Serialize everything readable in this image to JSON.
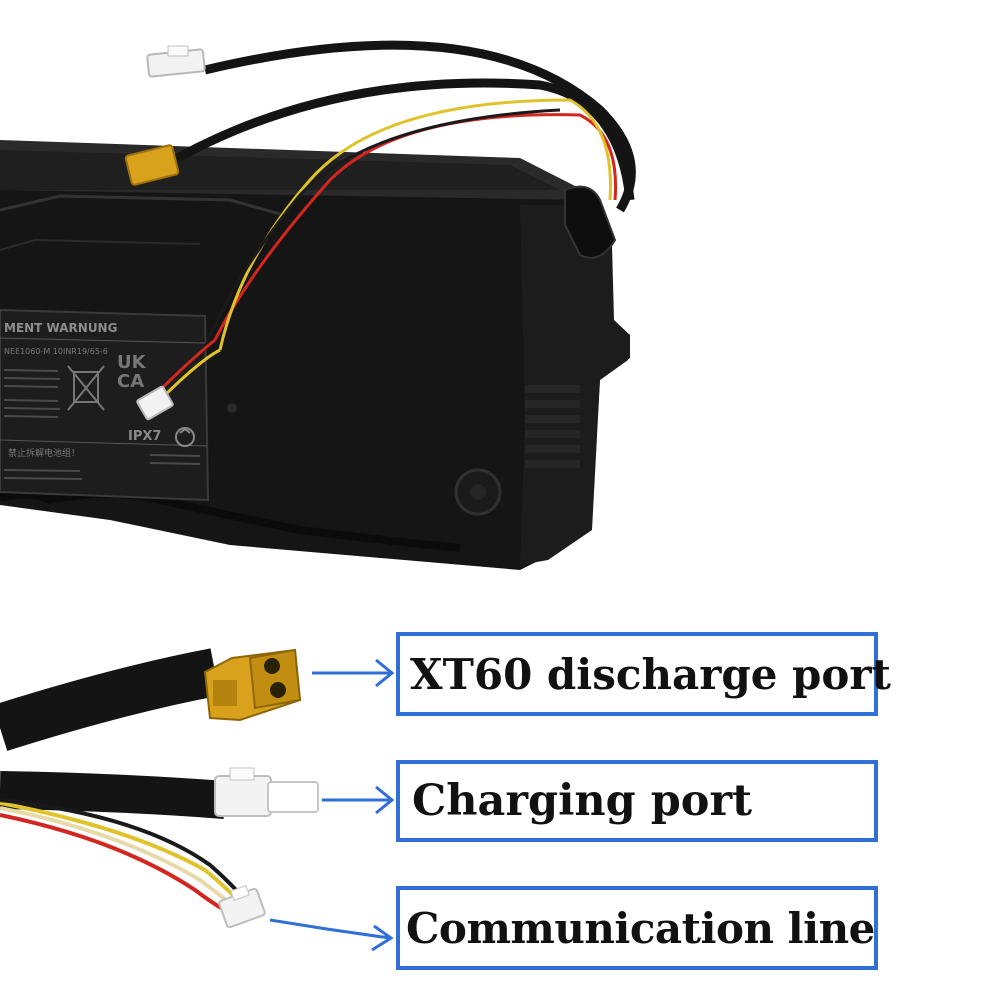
{
  "label_sticker": {
    "heading": "MENT    WARNUNG",
    "model_line": "NEE1060-M      10INR19/65-6",
    "chinese_warning": "禁止拆解电池组！",
    "ipx_rating": "IPX7",
    "uk_mark": "UK",
    "ca_mark": "CA"
  },
  "callouts": [
    {
      "label": "XT60 discharge port"
    },
    {
      "label": "Charging port"
    },
    {
      "label": "Communication line"
    }
  ],
  "colors": {
    "callout_border": "#2f6fd6",
    "arrow": "#2f6fd6",
    "battery_body": "#151515",
    "xt60_connector": "#d8a21c",
    "wire_red": "#d3261f",
    "wire_yellow": "#e0c32a",
    "connector_white": "#f2f2f2"
  },
  "icons": [
    "recycle-icon",
    "crossed-bin-icon",
    "arrow-right-icon"
  ]
}
